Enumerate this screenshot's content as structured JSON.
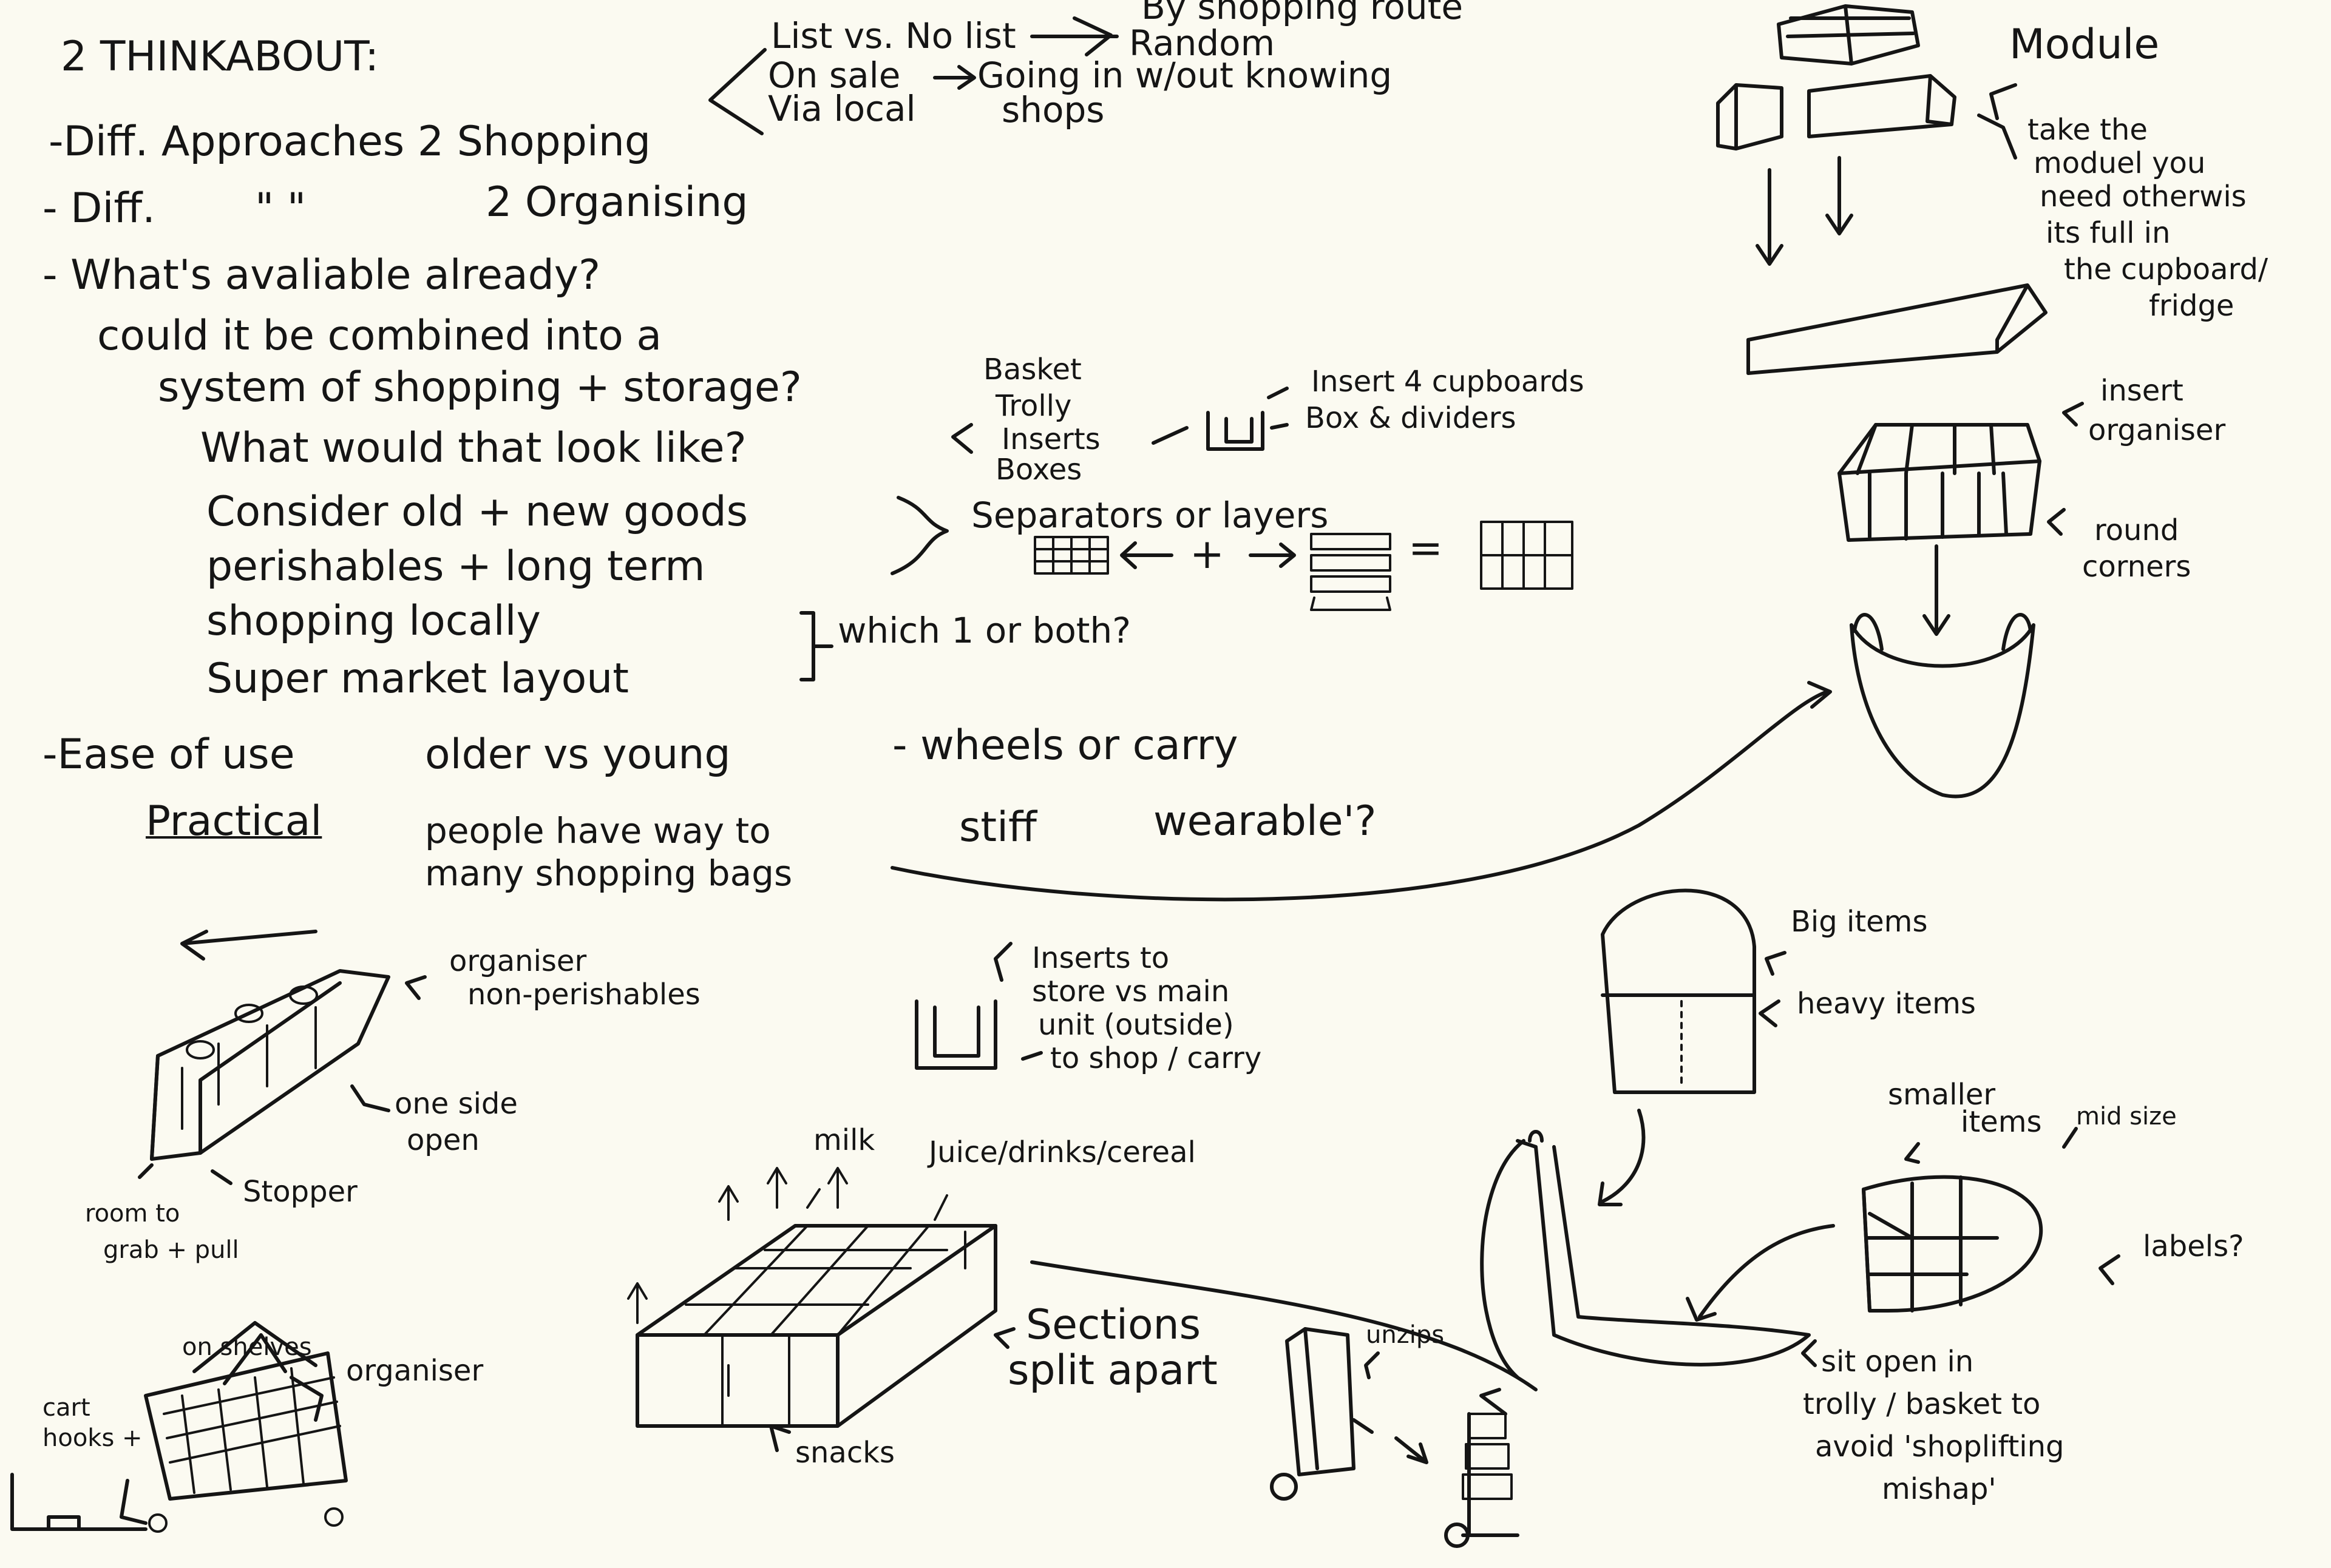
{
  "notes": {
    "heading": "2 THINKABOUT:",
    "list_types": [
      "List vs. No list",
      "On sale",
      "Via local"
    ],
    "list_random": "Random",
    "list_partial_top": "By shopping route",
    "going_in": "Going in w/out knowing",
    "shops": "shops",
    "approaches": "-Diff. Approaches 2 Shopping",
    "organising_prefix": "- Diff.",
    "ditto_marks": "\"        \"",
    "organising": "2 Organising",
    "available": "- What's avaliable already?",
    "combined_1": "could it be combined into a",
    "combined_2": "system of shopping + storage?",
    "look_like": "What would that look like?",
    "options": [
      "Basket",
      "Trolly",
      "Inserts",
      "Boxes"
    ],
    "insert_cupboards": "Insert 4 cupboards",
    "box_dividers": "Box & dividers",
    "consider": "Consider old + new goods",
    "perishables": "perishables + long term",
    "separators": "Separators or layers",
    "plus": "+",
    "equals": "=",
    "shopping_locally": "shopping locally",
    "supermarket": "Super market layout",
    "which": "which 1 or both?",
    "ease": "-Ease of use",
    "older_young": "older vs young",
    "wheels": "- wheels or carry",
    "stiff": "stiff",
    "wearable": "wearable'?",
    "practical": "Practical",
    "bags_1": "people have way to",
    "bags_2": "many shopping bags"
  },
  "sketches": {
    "module": "Module",
    "module_note": [
      "take the",
      "moduel you",
      "need otherwis",
      "its full in",
      "the cupboard/",
      "fridge"
    ],
    "insert_organiser": [
      "insert",
      "organiser"
    ],
    "round_corners": [
      "round",
      "corners"
    ],
    "organiser_1": "organiser",
    "non_perishables": "non-perishables",
    "one_side_open": [
      "one side",
      "open"
    ],
    "stopper": "Stopper",
    "room_to_grab": [
      "room to",
      "grab + pull"
    ],
    "inserts_to_store": [
      "Inserts to",
      "store vs main",
      "unit (outside)"
    ],
    "to_shop_carry": "to shop / carry",
    "milk": "milk",
    "juice": "Juice/drinks/cereal",
    "sections": [
      "Sections",
      "split apart"
    ],
    "snacks": "snacks",
    "big_items": "Big items",
    "heavy_items": "heavy items",
    "smaller_items": [
      "smaller",
      "items"
    ],
    "mid_size": "mid size",
    "labels": "labels?",
    "sit_open": [
      "sit open in",
      "trolly / basket to",
      "avoid 'shoplifting",
      "mishap'"
    ],
    "unzips": "unzips",
    "cart_hooks": [
      "cart",
      "hooks +",
      "on shelves"
    ],
    "organiser_2": "organiser"
  }
}
